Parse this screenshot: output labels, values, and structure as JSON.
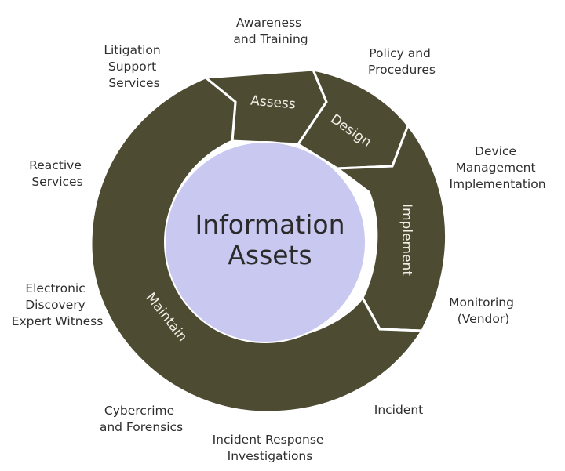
{
  "diagram": {
    "center": {
      "line1": "Information",
      "line2": "Assets",
      "fill_color": "#c8c8f0"
    },
    "ring_color": "#4d4b32",
    "phases": {
      "assess": "Assess",
      "design": "Design",
      "implement": "Implement",
      "maintain": "Maintain"
    },
    "services": {
      "awareness": [
        "Awareness",
        "and Training"
      ],
      "policy": [
        "Policy and",
        "Procedures"
      ],
      "device": [
        "Device",
        "Management",
        "Implementation"
      ],
      "monitoring": [
        "Monitoring",
        "(Vendor)"
      ],
      "incident": [
        "Incident"
      ],
      "incident_response": [
        "Incident Response",
        "Investigations"
      ],
      "cybercrime": [
        "Cybercrime",
        "and Forensics"
      ],
      "ediscovery": [
        "Electronic",
        "Discovery",
        "Expert Witness"
      ],
      "reactive": [
        "Reactive",
        "Services"
      ],
      "litigation": [
        "Litigation",
        "Support",
        "Services"
      ]
    }
  }
}
